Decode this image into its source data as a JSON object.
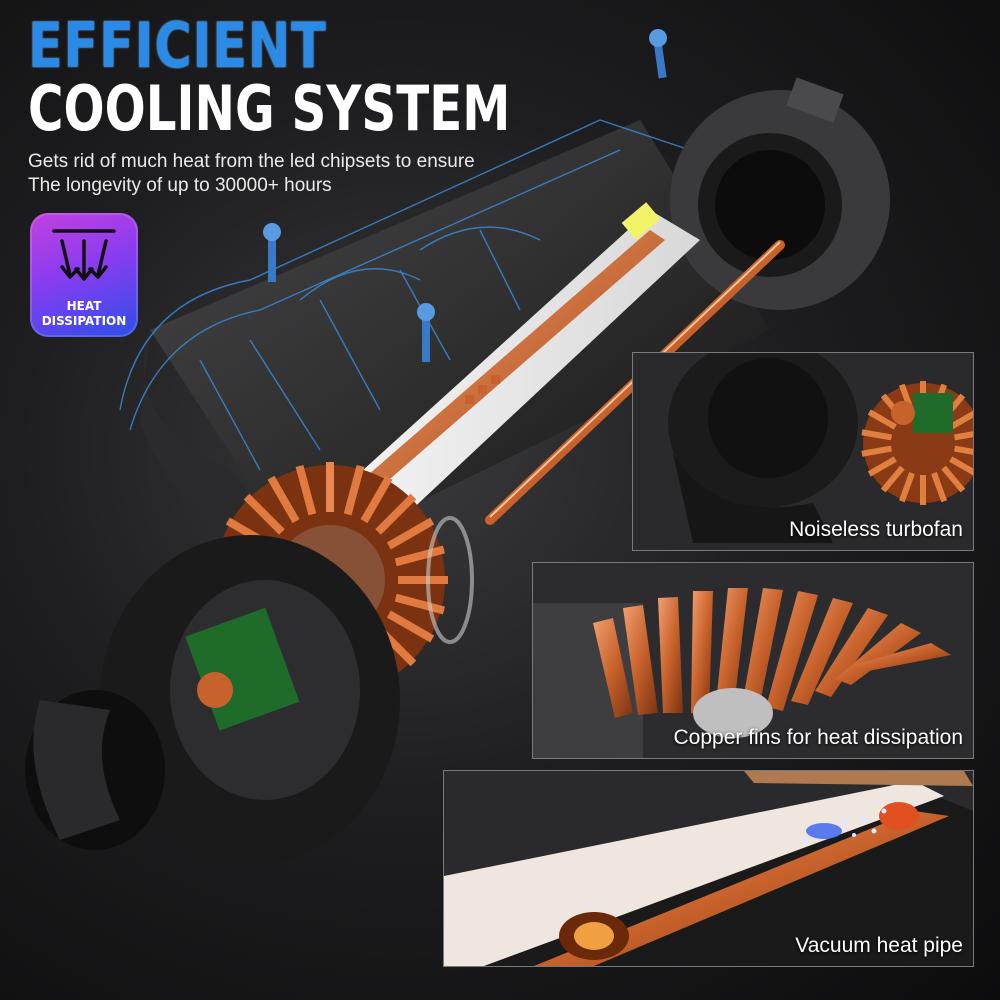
{
  "headline": {
    "line1": "EFFICIENT",
    "line2": "COOLING SYSTEM"
  },
  "subtitle": {
    "line1": "Gets rid of much heat from the led chipsets to ensure",
    "line2": "The longevity of up to 30000+ hours"
  },
  "badge": {
    "line1": "HEAT",
    "line2": "DISSIPATION",
    "icon": "heat-dissipation-arrows-icon"
  },
  "panels": {
    "turbofan": {
      "caption": "Noiseless turbofan"
    },
    "fins": {
      "caption": "Copper fins for heat dissipation"
    },
    "pipe": {
      "caption": "Vacuum heat pipe"
    }
  },
  "colors": {
    "accent_blue": "#2a8ae6",
    "copper": "#d9773a",
    "badge_magenta": "#c241e0",
    "badge_blue": "#2c4fe8"
  }
}
